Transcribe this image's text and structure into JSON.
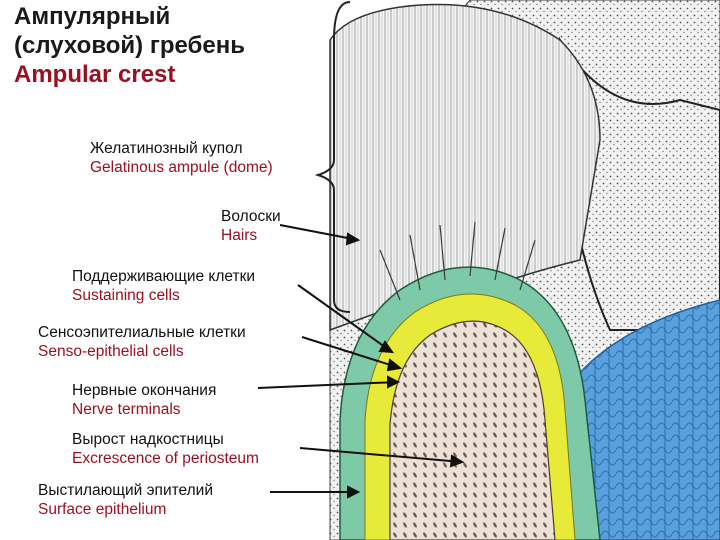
{
  "title": {
    "ru_line1": "Ампулярный",
    "ru_line2": "(слуховой) гребень",
    "en": "Ampular crest"
  },
  "labels": [
    {
      "ru": "Желатинозный купол",
      "en": "Gelatinous ampule (dome)"
    },
    {
      "ru": "Волоски",
      "en": "Hairs"
    },
    {
      "ru": "Поддерживающие клетки",
      "en": "Sustaining cells"
    },
    {
      "ru": "Сенсоэпителиальные клетки",
      "en": "Senso-epithelial cells"
    },
    {
      "ru": "Нервные окончания",
      "en": "Nerve terminals"
    },
    {
      "ru": "Вырост надкостницы",
      "en": "Excrescence of periosteum"
    },
    {
      "ru": "Выстилающий эпителий",
      "en": "Surface epithelium"
    }
  ],
  "colors": {
    "title_en": "#9a1020",
    "label_en": "#9a1020",
    "epithelium_yellow": "#e8ea3a",
    "epithelium_green": "#7dc9a8",
    "connective_tissue_blue": "#3d8fd6",
    "stroma_pink": "#e8cfc6"
  }
}
